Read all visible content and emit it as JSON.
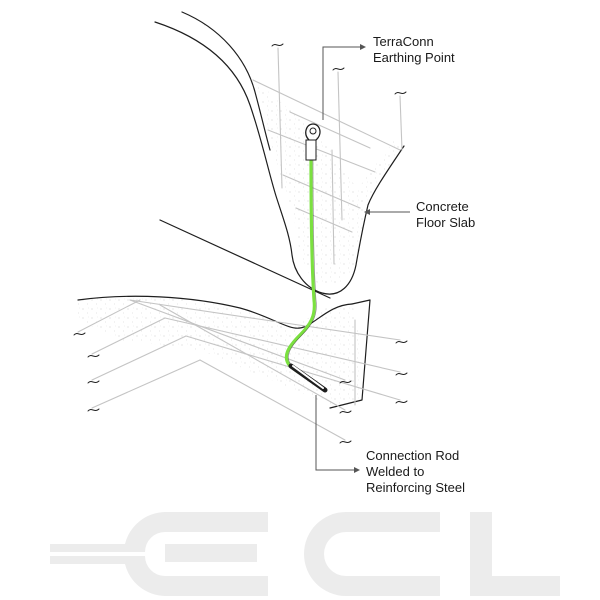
{
  "labels": {
    "earthing_point": [
      "TerraConn",
      "Earthing Point"
    ],
    "floor_slab": [
      "Concrete",
      "Floor Slab"
    ],
    "connection_rod": [
      "Connection Rod",
      "Welded to",
      "Reinforcing Steel"
    ]
  },
  "logo": {
    "text": "ECL",
    "color": "#ececec"
  },
  "colors": {
    "earth_cable": "#7be040",
    "outline": "#1e1e1e",
    "rebar": "#c4c4c4",
    "concrete_texture": "#d8d8d8"
  }
}
